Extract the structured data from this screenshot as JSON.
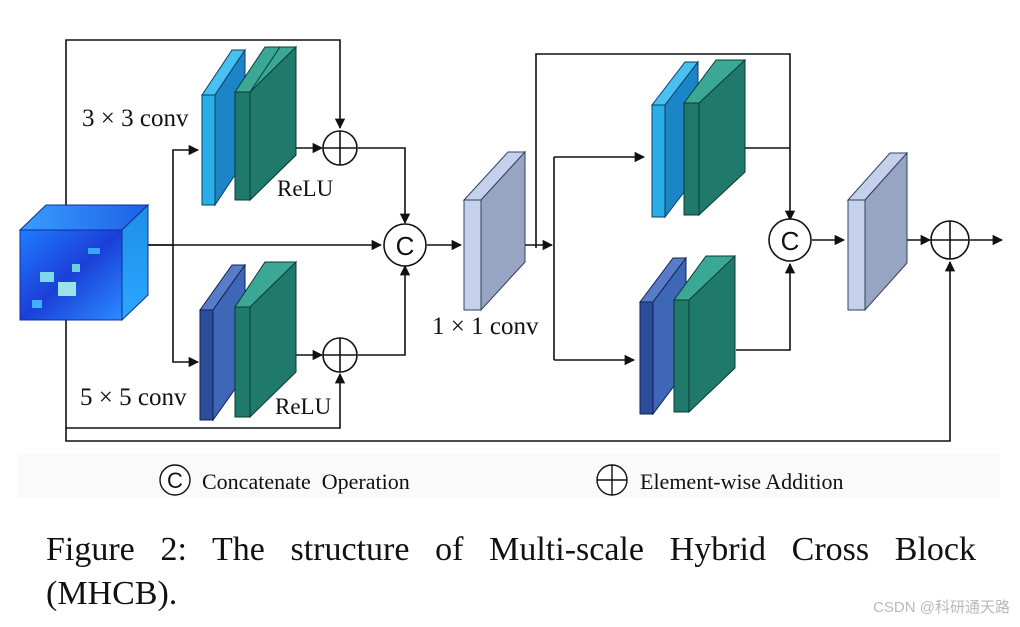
{
  "diagram": {
    "labels": {
      "conv3": "3 × 3 conv",
      "conv5": "5 × 5 conv",
      "relu_top": "ReLU",
      "relu_bottom": "ReLU",
      "conv1": "1 × 1 conv"
    },
    "ops": {
      "concat_symbol": "C"
    },
    "legend": {
      "concat_symbol": "C",
      "concat_label": "Concatenate  Operation",
      "add_label": "Element-wise Addition"
    },
    "colors": {
      "light_blue_face": "#2AAEE8",
      "light_blue_side": "#1B85C8",
      "teal_face": "#1F7A6C",
      "teal_side": "#3BA896",
      "dark_blue_face": "#2C4E9A",
      "dark_blue_side": "#3F67B8",
      "gray_face": "#97A4C2",
      "gray_side": "#C5D0EC",
      "line": "#111111"
    },
    "input_icon": "hyperspectral-cube-image"
  },
  "caption": "Figure 2: The structure of Multi-scale Hybrid Cross Block (MHCB).",
  "watermark": "CSDN @科研通天路"
}
